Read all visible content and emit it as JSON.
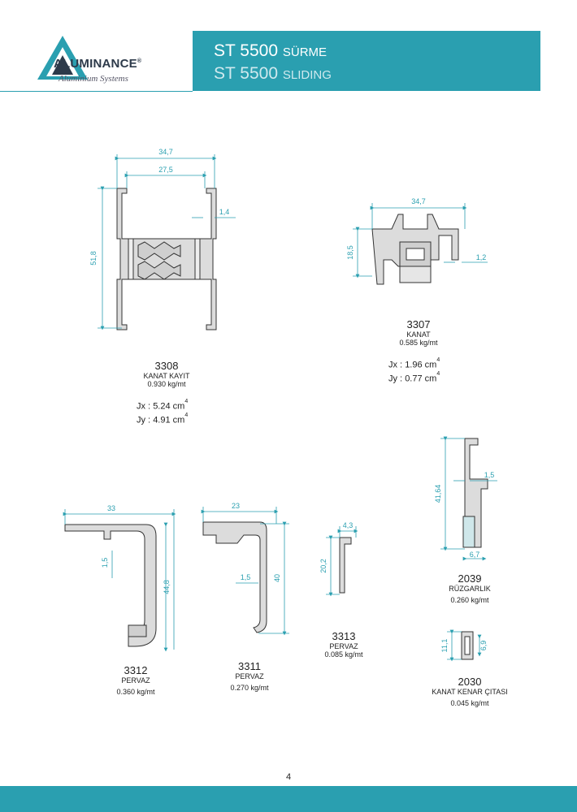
{
  "header": {
    "logo_name": "ALUMINANCE",
    "logo_reg": "®",
    "logo_tagline": "Aluminium Systems",
    "title_main": "ST 5500",
    "title_main_sub": "SÜRME",
    "title_alt": "ST 5500",
    "title_alt_sub": "SLIDING"
  },
  "profiles": {
    "p3308": {
      "code": "3308",
      "name": "KANAT KAYIT",
      "weight": "0.930 kg/mt",
      "jx_label": "Jx :",
      "jx": "5.24 cm",
      "jy_label": "Jy :",
      "jy": "4.91 cm",
      "exp": "4",
      "dims": [
        "34,7",
        "27,5",
        "1,4",
        "51,8"
      ]
    },
    "p3307": {
      "code": "3307",
      "name": "KANAT",
      "weight": "0.585 kg/mt",
      "jx_label": "Jx :",
      "jx": "1.96 cm",
      "jy_label": "Jy :",
      "jy": "0.77 cm",
      "exp": "4",
      "dims": [
        "34,7",
        "18,5",
        "1,2"
      ]
    },
    "p3312": {
      "code": "3312",
      "name": "PERVAZ",
      "weight": "0.360 kg/mt",
      "dims": [
        "33",
        "1,5",
        "44,8"
      ]
    },
    "p3311": {
      "code": "3311",
      "name": "PERVAZ",
      "weight": "0.270 kg/mt",
      "dims": [
        "23",
        "1,5",
        "40"
      ]
    },
    "p3313": {
      "code": "3313",
      "name": "PERVAZ",
      "weight": "0.085 kg/mt",
      "dims": [
        "4,3",
        "20,2"
      ]
    },
    "p2039": {
      "code": "2039",
      "name": "RÜZGARLIK",
      "weight": "0.260 kg/mt",
      "dims": [
        "41,64",
        "1,5",
        "6,7"
      ]
    },
    "p2030": {
      "code": "2030",
      "name": "KANAT KENAR ÇITASI",
      "weight": "0.045 kg/mt",
      "dims": [
        "11,1",
        "6,9"
      ]
    }
  },
  "page_number": "4",
  "colors": {
    "accent": "#2a9fb0",
    "profile_fill": "#d9d9d9",
    "dim_line": "#2a9fb0"
  }
}
